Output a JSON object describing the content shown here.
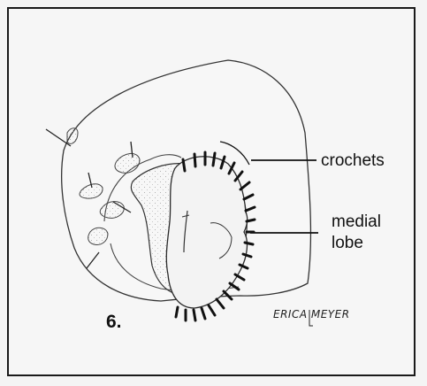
{
  "figure": {
    "number": "6.",
    "labels": {
      "crochets": "crochets",
      "medial_lobe_line1": "medial",
      "medial_lobe_line2": "lobe"
    },
    "signature": "ERICA MEYER"
  },
  "colors": {
    "ink": "#1a1a1a",
    "paper": "#f6f6f6",
    "stipple": "#8a8a8a"
  }
}
